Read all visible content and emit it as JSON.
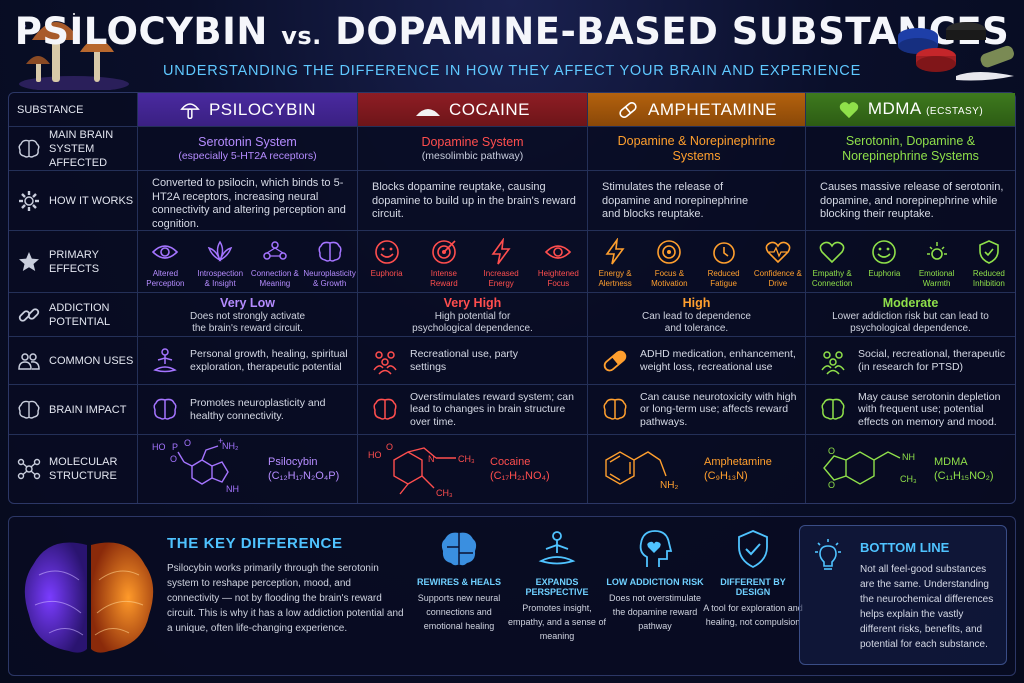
{
  "title": {
    "part1": "PSILOCYBIN ",
    "vs": "vs.",
    "part2": " DOPAMINE-BASED SUBSTANCES"
  },
  "subtitle": "UNDERSTANDING THE DIFFERENCE IN HOW THEY AFFECT YOUR BRAIN AND EXPERIENCE",
  "colors": {
    "psilocybin": "#7b4dff",
    "cocaine": "#e53935",
    "amphetamine": "#ff9800",
    "mdma": "#6cc24a",
    "accent": "#4fc3ff"
  },
  "header": {
    "label": "SUBSTANCE",
    "psilocybin": "PSILOCYBIN",
    "cocaine": "COCAINE",
    "amphetamine": "AMPHETAMINE",
    "mdma": "MDMA",
    "mdma_note": "(ECSTASY)"
  },
  "rows": {
    "system": {
      "label": "MAIN BRAIN SYSTEM AFFECTED",
      "psilocybin": {
        "main": "Serotonin System",
        "sub": "(especially 5-HT2A receptors)"
      },
      "cocaine": {
        "main": "Dopamine System",
        "sub": "(mesolimbic pathway)"
      },
      "amphetamine": {
        "main": "Dopamine & Norepinephrine Systems"
      },
      "mdma": {
        "main": "Serotonin, Dopamine & Norepinephrine Systems"
      }
    },
    "how": {
      "label": "HOW IT WORKS",
      "psilocybin": "Converted to psilocin, which binds to 5-HT2A receptors, increasing neural connectivity and altering perception and cognition.",
      "cocaine": "Blocks dopamine reuptake, causing dopamine to build up in the brain's reward circuit.",
      "amphetamine": "Stimulates the release of dopamine and norepinephrine and blocks reuptake.",
      "mdma": "Causes massive release of serotonin, dopamine, and norepinephrine while blocking their reuptake."
    },
    "effects": {
      "label": "PRIMARY EFFECTS",
      "psilocybin": [
        "Altered Perception",
        "Introspection & Insight",
        "Connection & Meaning",
        "Neuroplasticity & Growth"
      ],
      "cocaine": [
        "Euphoria",
        "Intense Reward",
        "Increased Energy",
        "Heightened Focus"
      ],
      "amphetamine": [
        "Energy & Alertness",
        "Focus & Motivation",
        "Reduced Fatigue",
        "Confidence & Drive"
      ],
      "mdma": [
        "Empathy & Connection",
        "Euphoria",
        "Emotional Warmth",
        "Reduced Inhibition"
      ]
    },
    "addiction": {
      "label": "ADDICTION POTENTIAL",
      "psilocybin": {
        "level": "Very Low",
        "desc": "Does not strongly activate the brain's reward circuit."
      },
      "cocaine": {
        "level": "Very High",
        "desc": "High potential for psychological dependence."
      },
      "amphetamine": {
        "level": "High",
        "desc": "Can lead to dependence and tolerance."
      },
      "mdma": {
        "level": "Moderate",
        "desc": "Lower addiction risk but can lead to psychological dependence."
      }
    },
    "uses": {
      "label": "COMMON USES",
      "psilocybin": "Personal growth, healing, spiritual exploration, therapeutic potential",
      "cocaine": "Recreational use, party settings",
      "amphetamine": "ADHD medication, enhancement, weight loss, recreational use",
      "mdma": "Social, recreational, therapeutic (in research for PTSD)"
    },
    "impact": {
      "label": "BRAIN IMPACT",
      "psilocybin": "Promotes neuroplasticity and healthy connectivity.",
      "cocaine": "Overstimulates reward system; can lead to changes in brain structure over time.",
      "amphetamine": "Can cause neurotoxicity with high or long-term use; affects reward pathways.",
      "mdma": "May cause serotonin depletion with frequent use; potential effects on memory and mood."
    },
    "molecular": {
      "label": "MOLECULAR STRUCTURE",
      "psilocybin": {
        "name": "Psilocybin",
        "formula": "(C₁₂H₁₇N₂O₄P)"
      },
      "cocaine": {
        "name": "Cocaine",
        "formula": "(C₁₇H₂₁NO₄)"
      },
      "amphetamine": {
        "name": "Amphetamine",
        "formula": "(C₉H₁₃N)"
      },
      "mdma": {
        "name": "MDMA",
        "formula": "(C₁₁H₁₅NO₂)"
      }
    }
  },
  "key_difference": {
    "title": "THE KEY DIFFERENCE",
    "body": "Psilocybin works primarily through the serotonin system to reshape perception, mood, and connectivity — not by flooding the brain's reward circuit. This is why it has a low addiction potential and a unique, often life-changing experience.",
    "pillars": [
      {
        "title": "REWIRES & HEALS",
        "desc": "Supports new neural connections and emotional healing",
        "icon": "puzzle-brain-icon"
      },
      {
        "title": "EXPANDS PERSPECTIVE",
        "desc": "Promotes insight, empathy, and a sense of meaning",
        "icon": "meditation-icon"
      },
      {
        "title": "LOW ADDICTION RISK",
        "desc": "Does not overstimulate the dopamine reward pathway",
        "icon": "head-heart-icon"
      },
      {
        "title": "DIFFERENT BY DESIGN",
        "desc": "A tool for exploration and healing, not compulsion",
        "icon": "shield-check-icon"
      }
    ]
  },
  "bottom_line": {
    "title": "BOTTOM LINE",
    "body": "Not all feel-good substances are the same. Understanding the neurochemical differences helps explain the vastly different risks, benefits, and potential for each substance."
  },
  "molecule_labels": {
    "psi": {
      "ho": "HO",
      "p": "P",
      "o1": "O",
      "o2": "O",
      "nh2": "NH₂",
      "nh": "NH",
      "plus": "+"
    },
    "coc": {
      "ho": "HO",
      "n": "N",
      "ch3a": "CH₃",
      "ch3b": "CH₃",
      "o": "O"
    },
    "amp": {
      "nh2": "NH₂"
    },
    "mdma": {
      "o1": "O",
      "o2": "O",
      "nh": "NH",
      "ch3": "CH₃"
    }
  }
}
